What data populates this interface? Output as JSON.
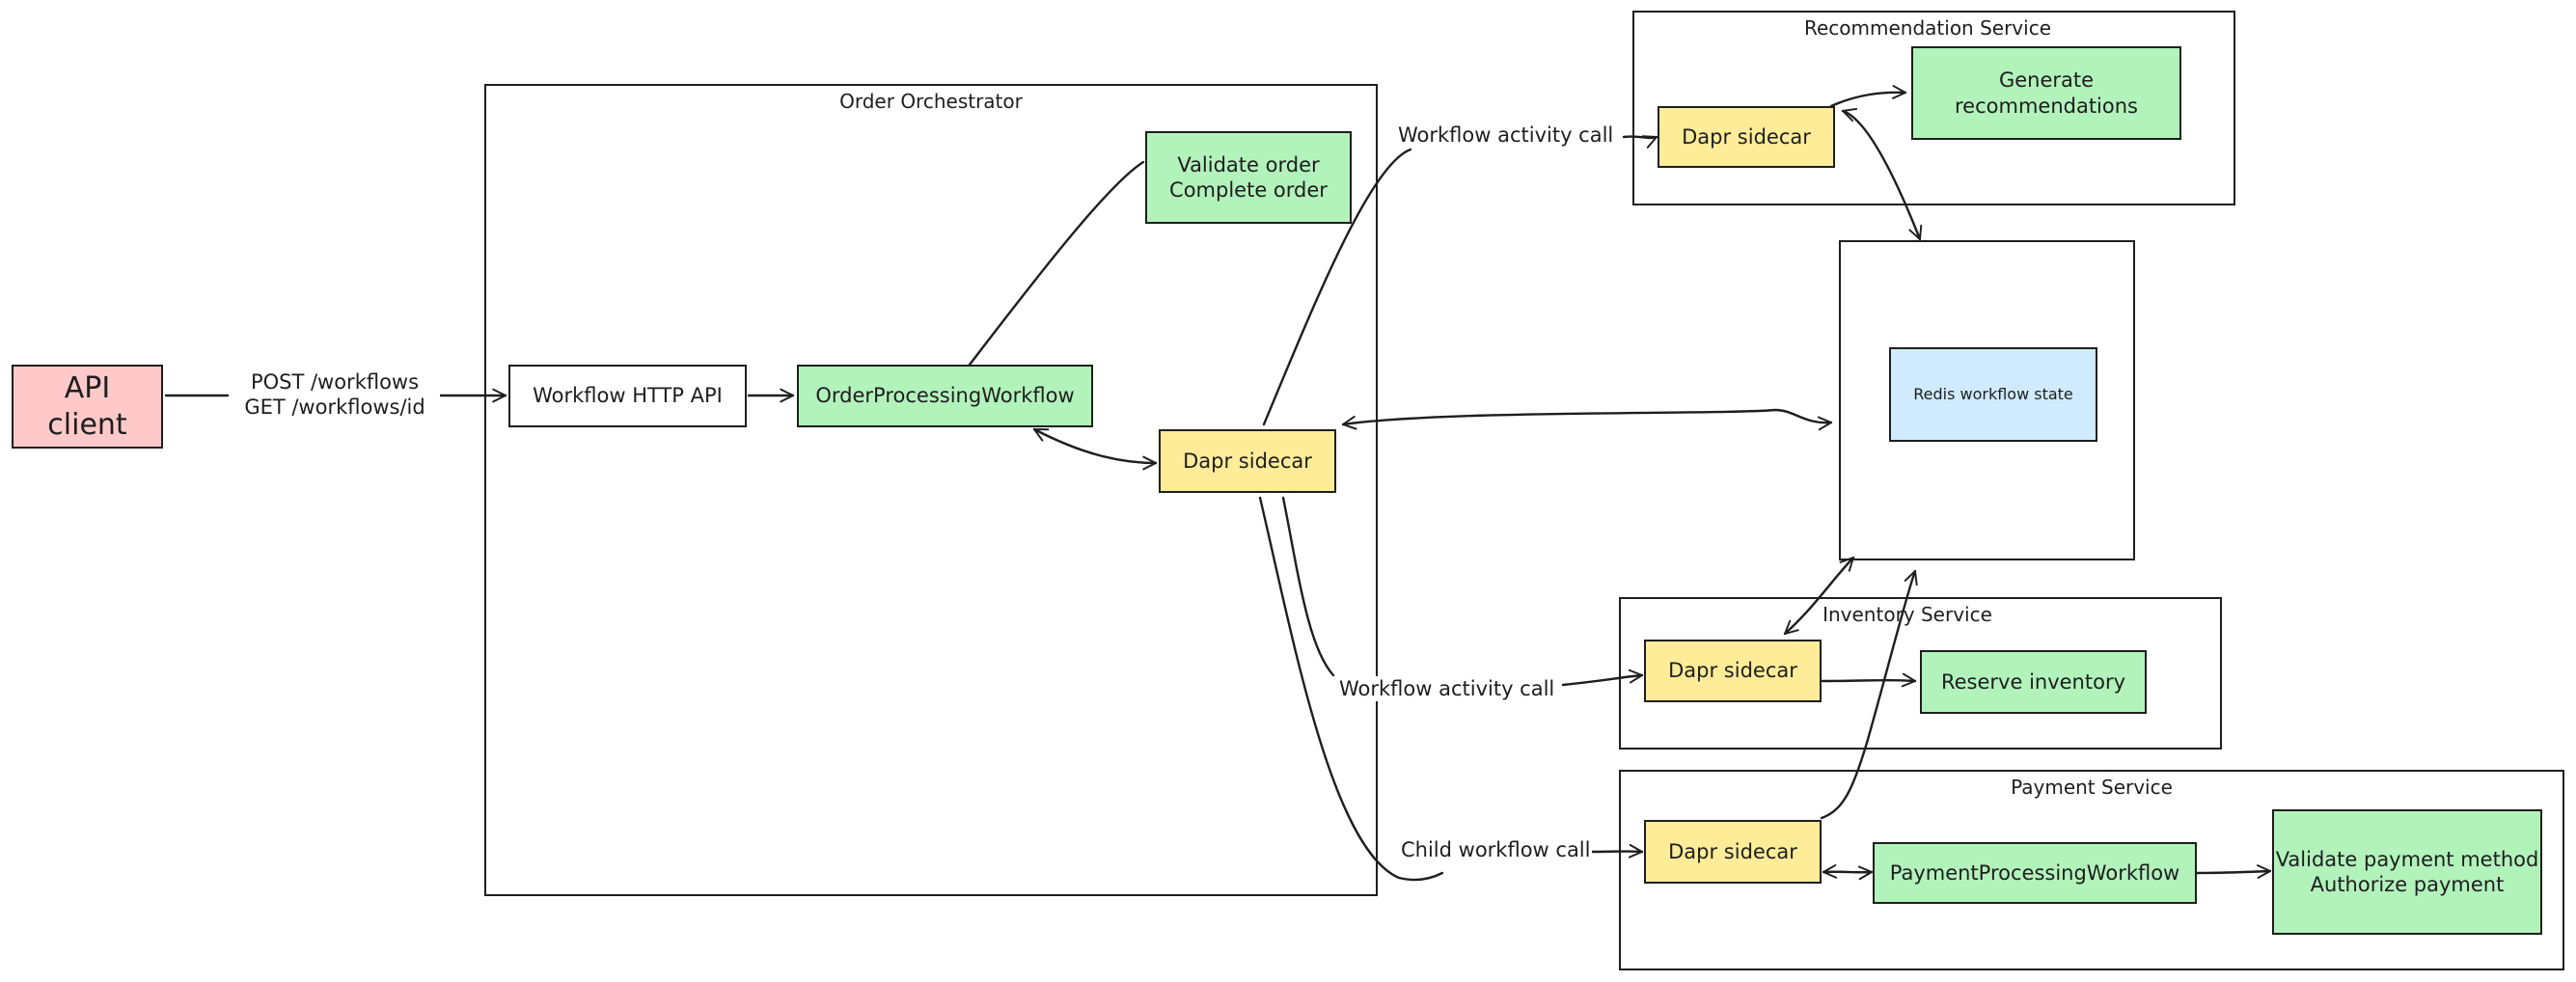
{
  "colors": {
    "client": "#ffc9c9",
    "activity": "#b2f2bb",
    "sidecar": "#ffec99",
    "state": "#d0ebff",
    "plain": "#ffffff",
    "stroke": "#1e1e1e"
  },
  "groups": {
    "orchestrator": "Order Orchestrator",
    "recommendation": "Recommendation Service",
    "inventory": "Inventory Service",
    "payment": "Payment Service"
  },
  "nodes": {
    "api_client": "API\nclient",
    "workflow_http_api": "Workflow HTTP API",
    "order_processing_workflow": "OrderProcessingWorkflow",
    "validate_complete": "Validate order\nComplete order",
    "orchestrator_sidecar": "Dapr sidecar",
    "recommendation_sidecar": "Dapr sidecar",
    "generate_recommendations": "Generate\nrecommendations",
    "redis_state": "Redis workflow state",
    "inventory_sidecar": "Dapr sidecar",
    "reserve_inventory": "Reserve inventory",
    "payment_sidecar": "Dapr sidecar",
    "payment_processing_workflow": "PaymentProcessingWorkflow",
    "validate_authorize": "Validate payment method\nAuthorize payment"
  },
  "edge_labels": {
    "client_requests": "POST /workflows\nGET /workflows/id",
    "recommendation_call": "Workflow activity call",
    "inventory_call": "Workflow activity call",
    "payment_call": "Child workflow call"
  }
}
